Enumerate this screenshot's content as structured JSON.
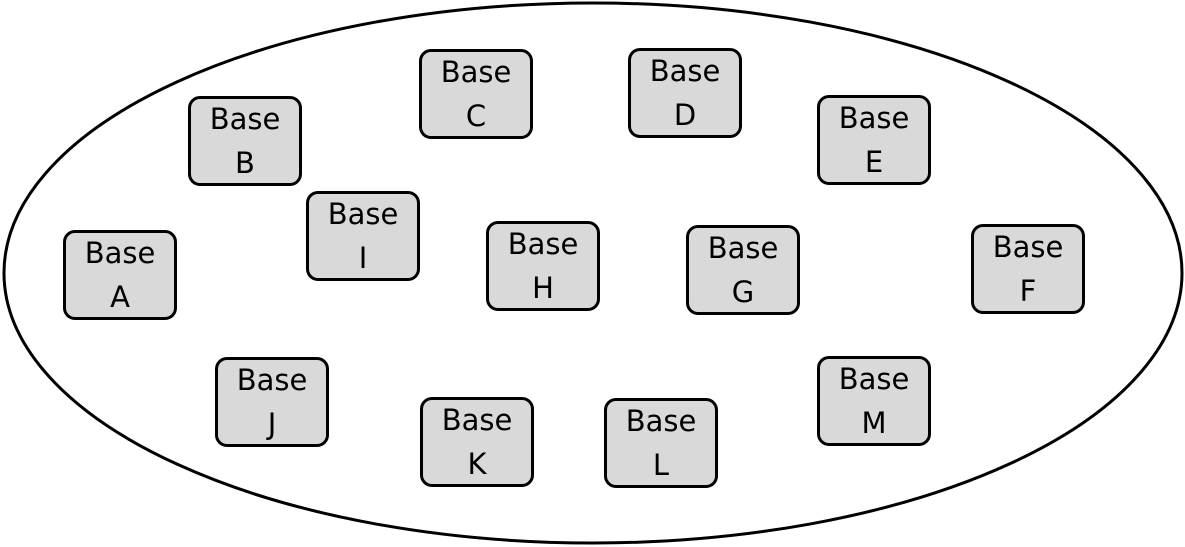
{
  "diagram": {
    "colors": {
      "node_fill": "#d9d9d9",
      "node_border": "#000000",
      "boundary_stroke": "#000000",
      "background": "#ffffff"
    },
    "nodes": [
      {
        "id": "A",
        "line1": "Base",
        "line2": "A"
      },
      {
        "id": "B",
        "line1": "Base",
        "line2": "B"
      },
      {
        "id": "C",
        "line1": "Base",
        "line2": "C"
      },
      {
        "id": "D",
        "line1": "Base",
        "line2": "D"
      },
      {
        "id": "E",
        "line1": "Base",
        "line2": "E"
      },
      {
        "id": "F",
        "line1": "Base",
        "line2": "F"
      },
      {
        "id": "G",
        "line1": "Base",
        "line2": "G"
      },
      {
        "id": "H",
        "line1": "Base",
        "line2": "H"
      },
      {
        "id": "I",
        "line1": "Base",
        "line2": "I"
      },
      {
        "id": "J",
        "line1": "Base",
        "line2": "J"
      },
      {
        "id": "K",
        "line1": "Base",
        "line2": "K"
      },
      {
        "id": "L",
        "line1": "Base",
        "line2": "L"
      },
      {
        "id": "M",
        "line1": "Base",
        "line2": "M"
      }
    ]
  }
}
